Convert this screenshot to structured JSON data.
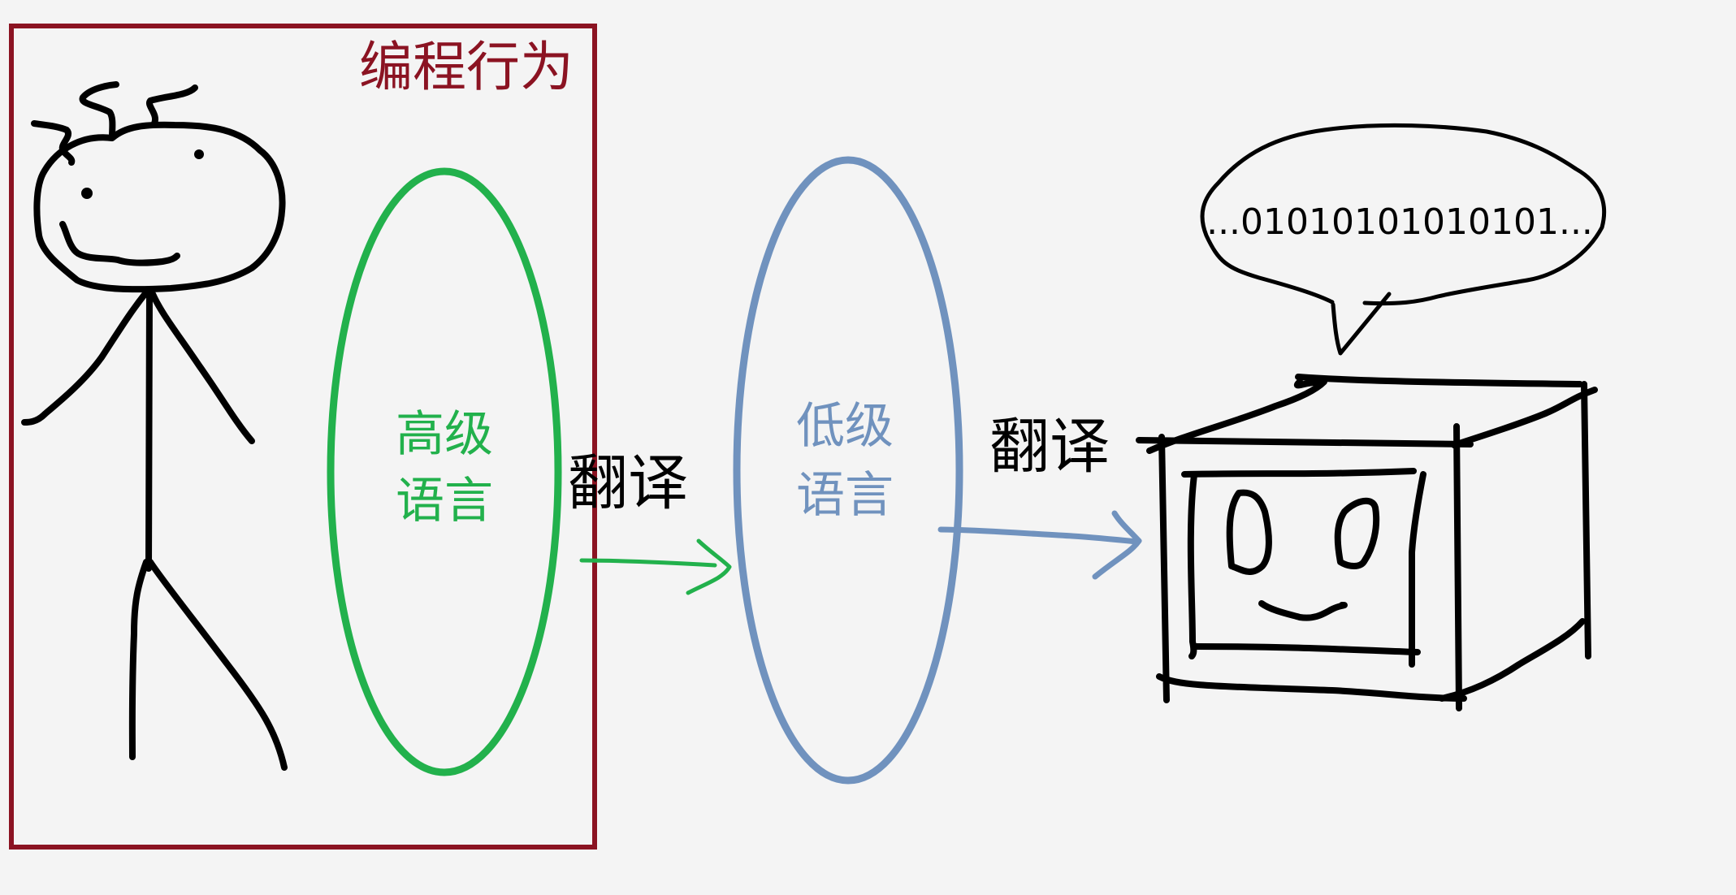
{
  "frame_title": "编程行为",
  "high_level_language": {
    "line1": "高级",
    "line2": "语言"
  },
  "low_level_language": {
    "line1": "低级",
    "line2": "语言"
  },
  "translate_label_1": "翻译",
  "translate_label_2": "翻译",
  "speech_bubble_text": "...01010101010101...",
  "colors": {
    "background": "#f4f4f4",
    "frame": "#8b1322",
    "high_level": "#22b14c",
    "low_level": "#7092be",
    "ink": "#000000"
  }
}
